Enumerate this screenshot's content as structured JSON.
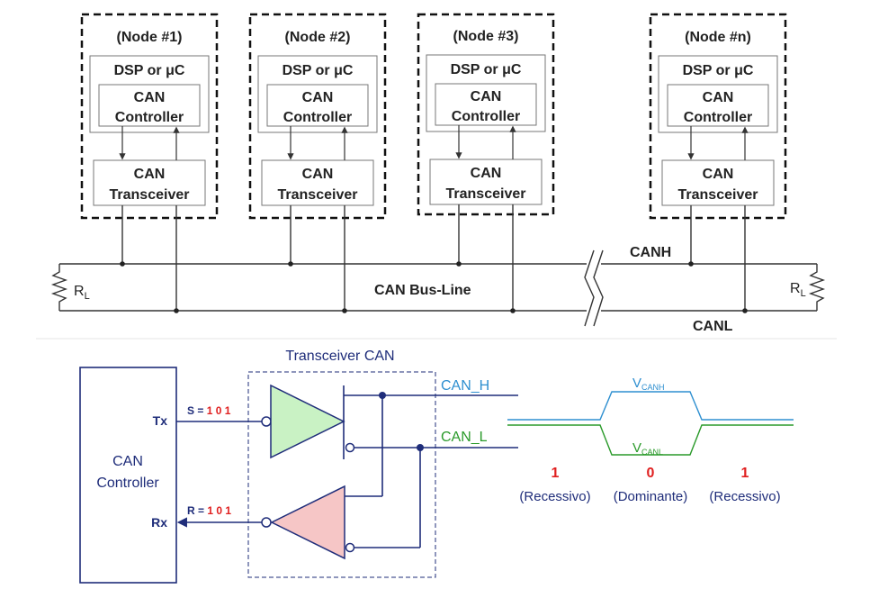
{
  "top": {
    "nodes": [
      {
        "title": "(Node #1)",
        "dsp": "DSP or μC",
        "ctrl1": "CAN",
        "ctrl2": "Controller",
        "tx1": "CAN",
        "tx2": "Transceiver"
      },
      {
        "title": "(Node #2)",
        "dsp": "DSP or μC",
        "ctrl1": "CAN",
        "ctrl2": "Controller",
        "tx1": "CAN",
        "tx2": "Transceiver"
      },
      {
        "title": "(Node #3)",
        "dsp": "DSP or μC",
        "ctrl1": "CAN",
        "ctrl2": "Controller",
        "tx1": "CAN",
        "tx2": "Transceiver"
      },
      {
        "title": "(Node #n)",
        "dsp": "DSP or μC",
        "ctrl1": "CAN",
        "ctrl2": "Controller",
        "tx1": "CAN",
        "tx2": "Transceiver"
      }
    ],
    "canh": "CANH",
    "canl": "CANL",
    "bus": "CAN Bus-Line",
    "rl": "R",
    "rl_sub": "L"
  },
  "bottom": {
    "controller1": "CAN",
    "controller2": "Controller",
    "tx_pin": "Tx",
    "rx_pin": "Rx",
    "s_prefix": "S = ",
    "s_bits": "1 0 1",
    "r_prefix": "R = ",
    "r_bits": "1 0 1",
    "transceiver_title": "Transceiver CAN",
    "can_h": "CAN_H",
    "can_l": "CAN_L",
    "v_canh": "V",
    "v_canh_sub": "CANH",
    "v_canl": "V",
    "v_canl_sub": "CANL",
    "states": [
      {
        "bit": "1",
        "label": "(Recessivo)"
      },
      {
        "bit": "0",
        "label": "(Dominante)"
      },
      {
        "bit": "1",
        "label": "(Recessivo)"
      }
    ]
  },
  "colors": {
    "navy": "#1f2d7a",
    "canh_blue": "#2e8fd0",
    "canl_green": "#2a9a2a",
    "bit_red": "#e02020",
    "driver_fill": "#c9f2c4",
    "receiver_fill": "#f6c6c6"
  }
}
